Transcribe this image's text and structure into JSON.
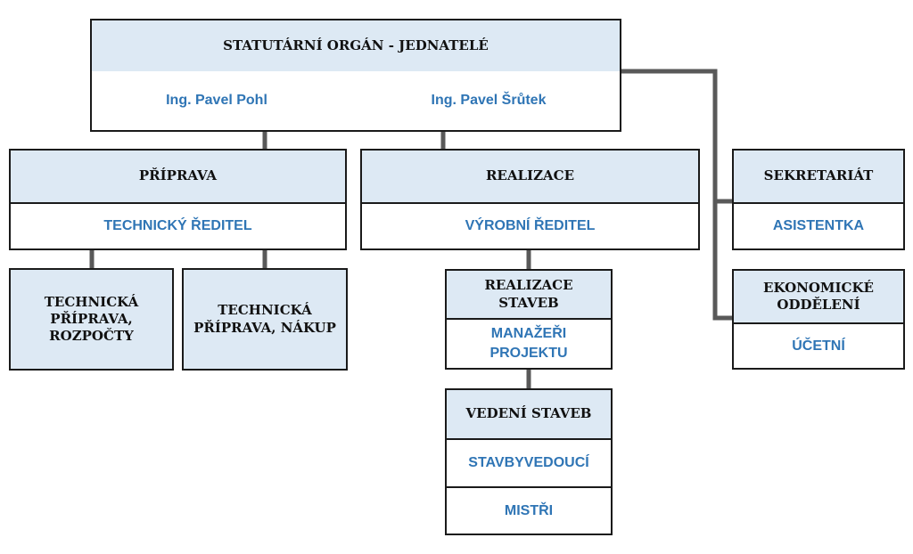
{
  "top": {
    "title": "STATUTÁRNÍ ORGÁN - JEDNATELÉ",
    "person1": "Ing. Pavel Pohl",
    "person2": "Ing. Pavel Šrůtek"
  },
  "priprava": {
    "title": "PŘÍPRAVA",
    "role": "TECHNICKÝ ŘEDITEL"
  },
  "realizace": {
    "title": "REALIZACE",
    "role": "VÝROBNÍ ŘEDITEL"
  },
  "tech_rozpocty": {
    "line1": "TECHNICKÁ",
    "line2": "PŘÍPRAVA,",
    "line3": "ROZPOČTY"
  },
  "tech_nakup": {
    "line1": "TECHNICKÁ",
    "line2": "PŘÍPRAVA, NÁKUP"
  },
  "realizace_staveb": {
    "line1": "REALIZACE",
    "line2": "STAVEB",
    "role_line1": "MANAŽEŘI",
    "role_line2": "PROJEKTU"
  },
  "vedeni_staveb": {
    "title": "VEDENÍ STAVEB",
    "role1": "STAVBYVEDOUCÍ",
    "role2": "MISTŘI"
  },
  "sekretariat": {
    "title": "SEKRETARIÁT",
    "role": "ASISTENTKA"
  },
  "ekonomicke": {
    "line1": "EKONOMICKÉ",
    "line2": "ODDĚLENÍ",
    "role": "ÚČETNÍ"
  },
  "colors": {
    "header_fill": "#dde9f4",
    "role_text": "#2f75b5",
    "connector": "#595959",
    "border": "#1a1a1a"
  }
}
